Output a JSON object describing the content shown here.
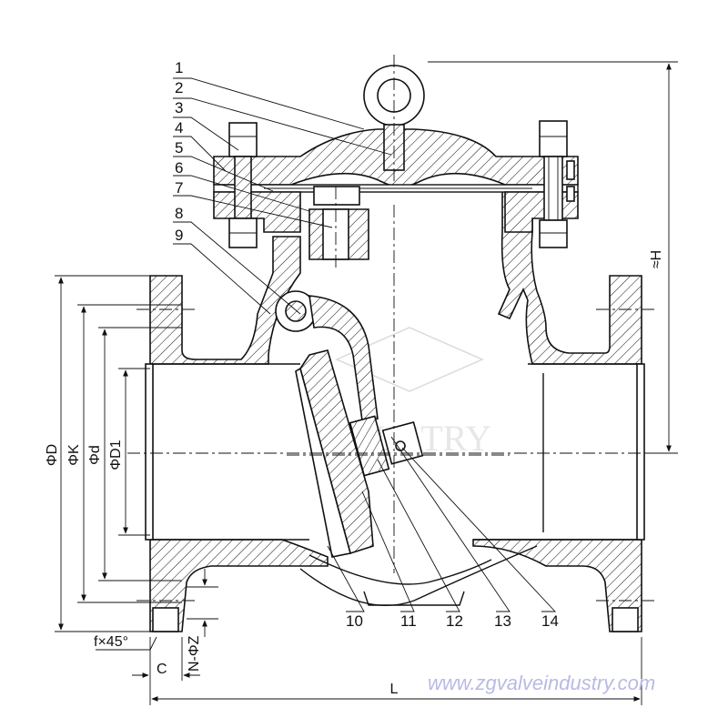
{
  "part_numbers": [
    "1",
    "2",
    "3",
    "4",
    "5",
    "6",
    "7",
    "8",
    "9",
    "10",
    "11",
    "12",
    "13",
    "14"
  ],
  "dimensions": {
    "outer_diameter": "ΦD",
    "bolt_circle": "ΦK",
    "bore": "Φd",
    "raised_face": "ΦD1",
    "height": "≈H",
    "length": "L",
    "chamfer": "f×45°",
    "thickness": "C",
    "bolt_holes": "N-ΦZ"
  },
  "watermark": "www.zgvalveindustry.com",
  "faint_logo_text": "INDUSTRY"
}
